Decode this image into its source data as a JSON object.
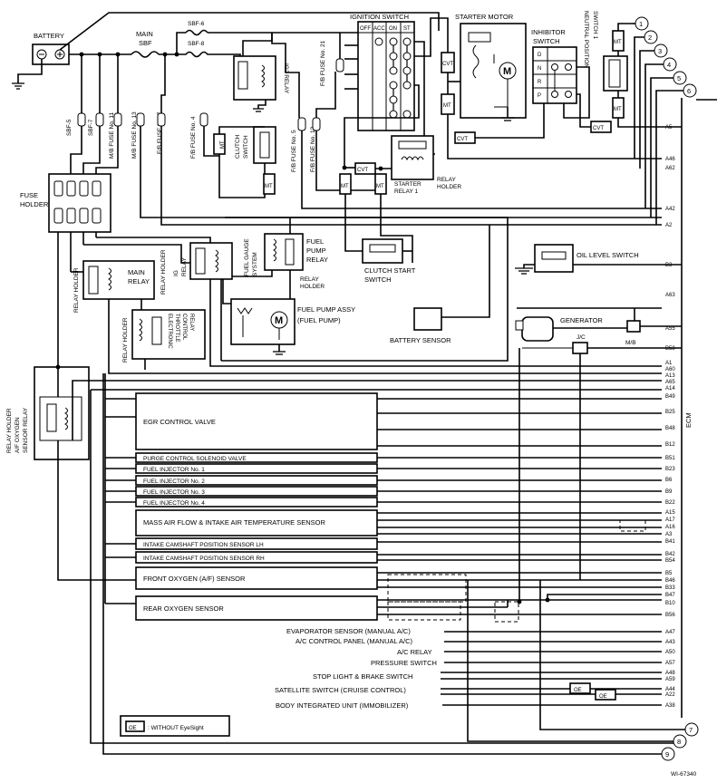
{
  "diagram_id": "WI-67340",
  "legend": {
    "code": "OE",
    "text": ": WITHOUT EyeSight"
  },
  "ecm_label": "ECM",
  "power": {
    "battery": "BATTERY",
    "main_sbf": [
      "MAIN",
      "SBF"
    ],
    "sbf6": "SBF-6",
    "sbf8": "SBF-8",
    "sbf5": "SBF-5",
    "sbf7": "SBF-7",
    "mb11": "M/B FUSE No. 11",
    "mb13": "M/B FUSE No. 13",
    "fb7": "F/B FUSE No. 7",
    "fb4": "F/B FUSE No. 4",
    "fb5": "F/B FUSE No. 5",
    "fb12": "F/B FUSE No. 12",
    "fb21": "F/B FUSE No. 21",
    "fuse_holder": [
      "FUSE",
      "HOLDER"
    ]
  },
  "ignition_switch": {
    "title": "IGNITION SWITCH",
    "cols": [
      "OFF",
      "ACC",
      "ON",
      "ST"
    ]
  },
  "components": {
    "ig2_relay": "IG2 RELAY",
    "clutch_switch": [
      "CLUTCH",
      "SWITCH"
    ],
    "starter_motor": "STARTER MOTOR",
    "motor_symbol": "M",
    "inhibitor_switch": [
      "INHIBITOR",
      "SWITCH"
    ],
    "inhibitor_positions": [
      "D",
      "N",
      "R",
      "P"
    ],
    "neutral_switch": [
      "NEUTRAL POSITION",
      "SWITCH 1"
    ],
    "mt": "MT",
    "cvt": "CVT",
    "starter_relay": [
      "STARTER",
      "RELAY 1"
    ],
    "relay_holder": [
      "RELAY",
      "HOLDER"
    ],
    "relay_holder_single": "RELAY HOLDER",
    "fuel_pump_relay": [
      "FUEL",
      "PUMP",
      "RELAY"
    ],
    "fuel_gauge": [
      "FUEL GAUGE",
      "SYSTEM"
    ],
    "clutch_start": [
      "CLUTCH START",
      "SWITCH"
    ],
    "oil_level": "OIL LEVEL SWITCH",
    "main_relay": [
      "MAIN",
      "RELAY"
    ],
    "ig_relay": [
      "IG",
      "RELAY"
    ],
    "etc_relay": [
      "ELECTRONIC",
      "THROTTLE",
      "CONTROL",
      "RELAY"
    ],
    "fuel_pump_assy": [
      "FUEL PUMP ASSY",
      "(FUEL PUMP)"
    ],
    "battery_sensor": "BATTERY SENSOR",
    "generator": "GENERATOR",
    "jc": "J/C",
    "mb": "M/B",
    "af_relay": [
      "RELAY HOLDER",
      "A/F OXYGEN",
      "SENSOR RELAY"
    ]
  },
  "ecm_devices": [
    "EGR CONTROL VALVE",
    "PURGE CONTROL SOLENOID VALVE",
    "FUEL INJECTOR No. 1",
    "FUEL INJECTOR No. 2",
    "FUEL INJECTOR No. 3",
    "FUEL INJECTOR No. 4",
    "MASS AIR FLOW & INTAKE AIR TEMPERATURE SENSOR",
    "INTAKE CAMSHAFT POSITION SENSOR LH",
    "INTAKE CAMSHAFT POSITION SENSOR RH",
    "FRONT OXYGEN (A/F) SENSOR",
    "REAR OXYGEN SENSOR"
  ],
  "ecm_outputs": [
    "EVAPORATOR SENSOR (MANUAL A/C)",
    "A/C CONTROL PANEL (MANUAL A/C)",
    "A/C RELAY",
    "PRESSURE SWITCH",
    "STOP LIGHT & BRAKE SWITCH",
    "SATELLITE SWITCH (CRUISE CONTROL)",
    "BODY INTEGRATED UNIT (IMMOBILIZER)"
  ],
  "ecm_pins": [
    "A5",
    "A46",
    "A62",
    "A42",
    "A2",
    "B3",
    "A63",
    "A55",
    "B58",
    "A1",
    "A60",
    "A13",
    "A65",
    "A14",
    "B49",
    "B25",
    "B48",
    "B12",
    "B51",
    "B23",
    "B6",
    "B9",
    "B22",
    "A15",
    "A17",
    "A16",
    "A3",
    "B41",
    "B42",
    "B54",
    "B5",
    "B46",
    "B33",
    "B47",
    "B10",
    "B56",
    "A47",
    "A43",
    "A50",
    "A57",
    "A48",
    "A59",
    "A44",
    "A22",
    "A38"
  ],
  "connectors": [
    "1",
    "2",
    "3",
    "4",
    "5",
    "6",
    "7",
    "8",
    "9"
  ]
}
